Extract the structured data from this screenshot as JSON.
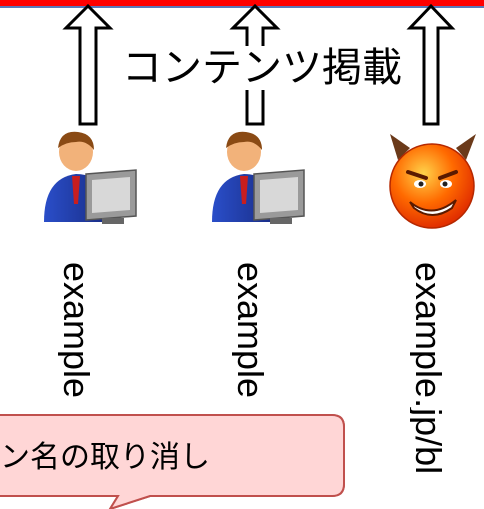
{
  "header_bar_color": "#ff0000",
  "arrow_caption": "コンテンツ掲載",
  "hosts": [
    {
      "label": "example",
      "kind": "user-computer-icon"
    },
    {
      "label": "example",
      "kind": "user-computer-icon"
    },
    {
      "label": "example.jp/bl",
      "kind": "devil-face-icon"
    }
  ],
  "callout": {
    "text": "ン名の取り消し",
    "fill": "#ffd6d6",
    "border": "#c0504d"
  }
}
